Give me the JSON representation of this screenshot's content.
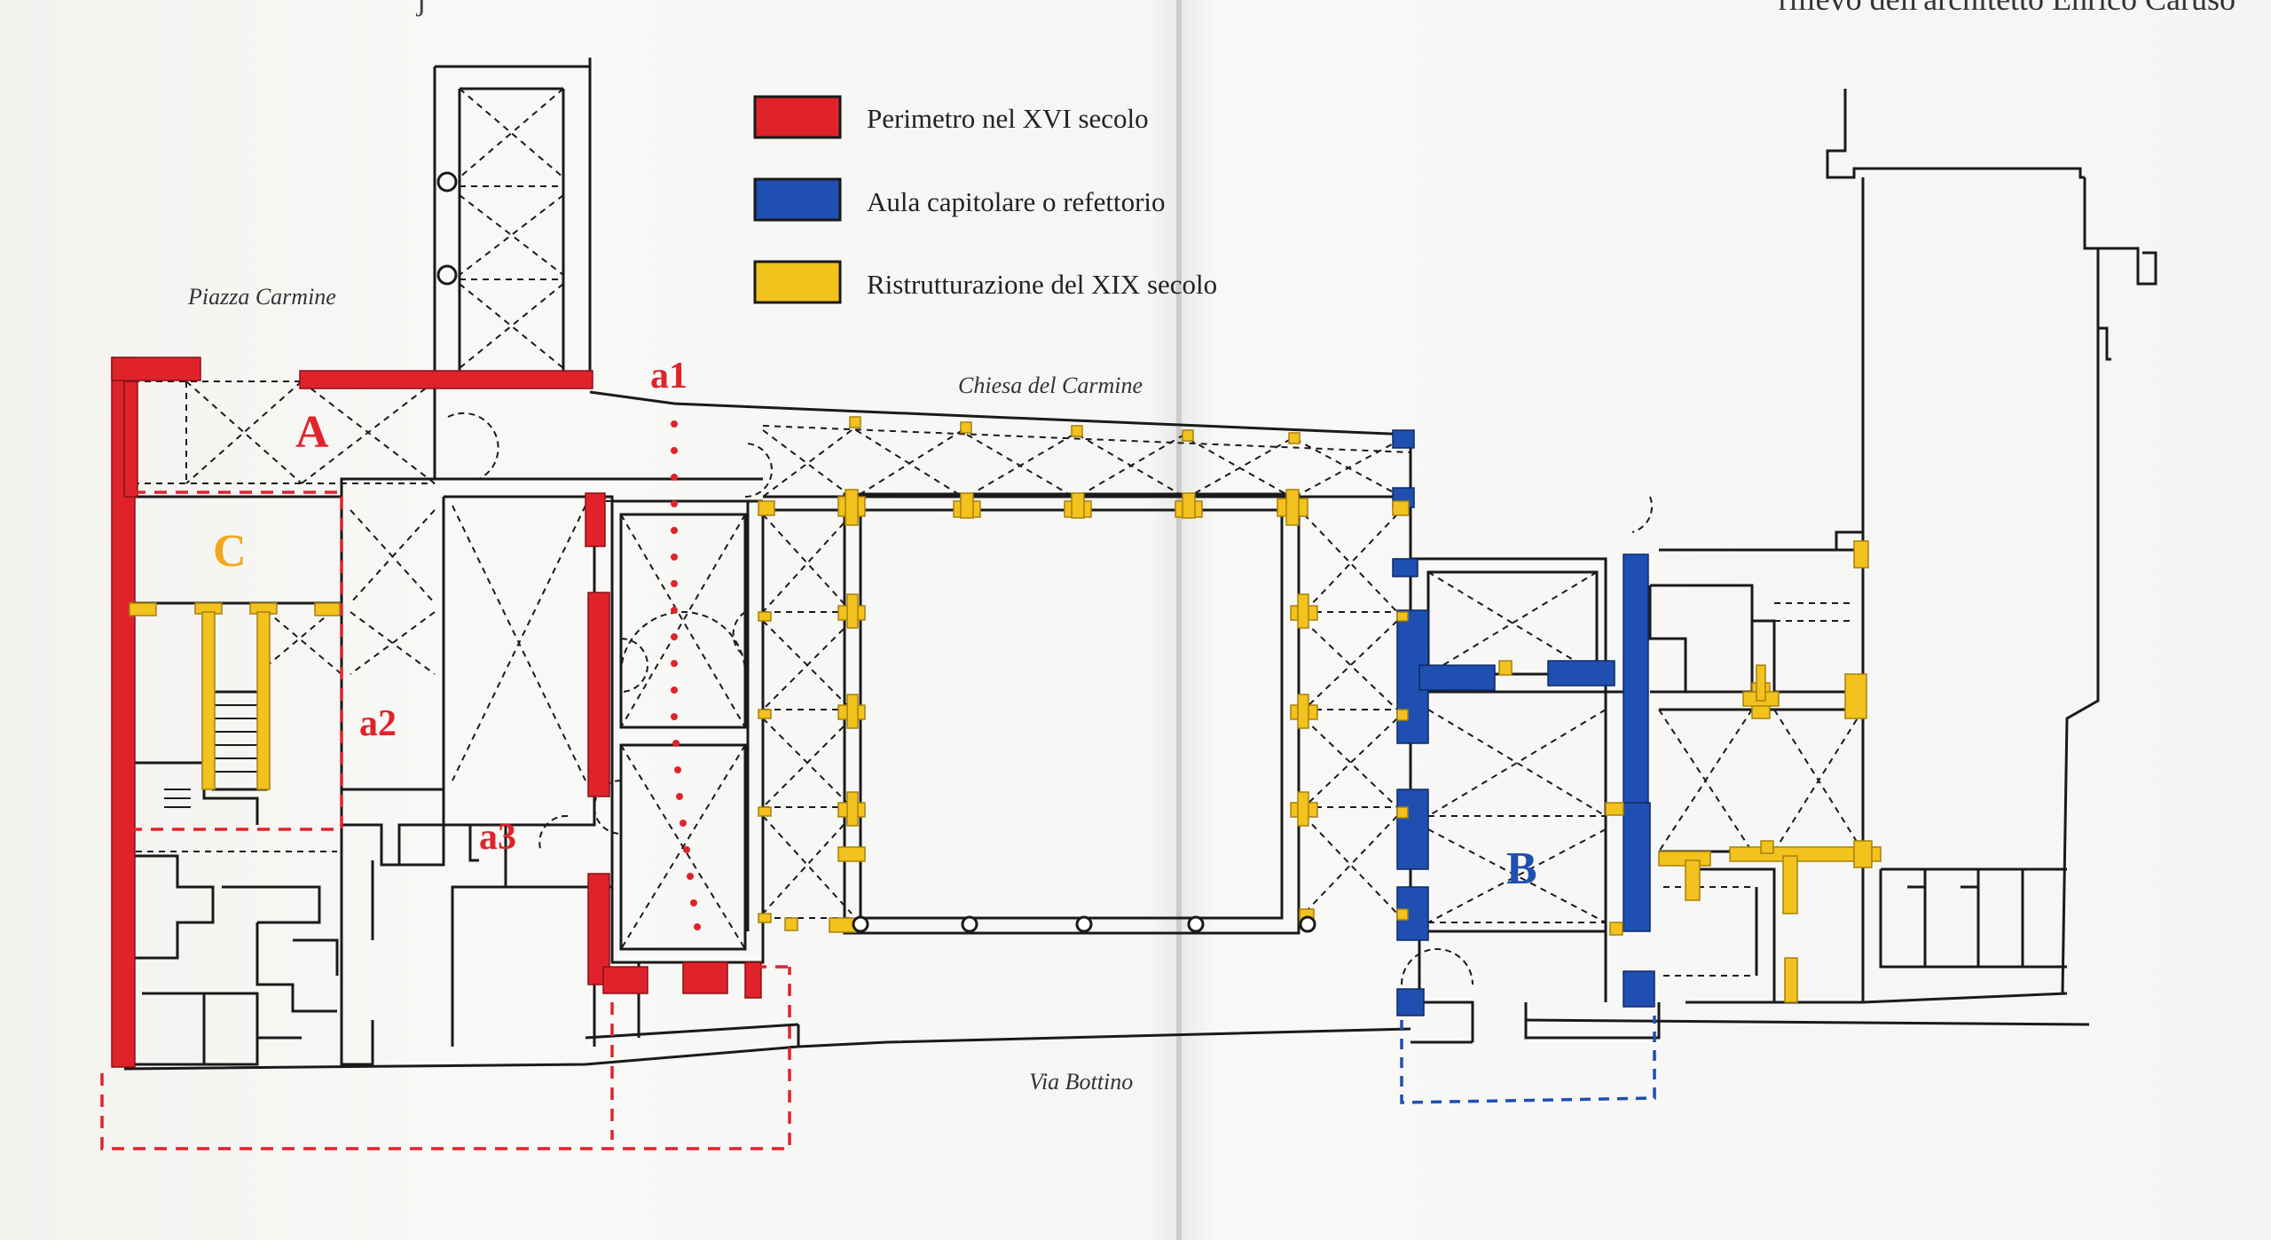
{
  "header": {
    "credit_fragment": "rilievo dell'architetto Enrico Caruso",
    "left_fragment": "j"
  },
  "legend": {
    "items": [
      {
        "label": "Perimetro nel XVI secolo",
        "color": "#e0232b",
        "icon": "red-swatch-icon"
      },
      {
        "label": "Aula capitolare o refettorio",
        "color": "#1f4fb0",
        "icon": "blue-swatch-icon"
      },
      {
        "label": "Ristrutturazione del XIX secolo",
        "color": "#f2c21d",
        "icon": "yellow-swatch-icon"
      }
    ]
  },
  "places": {
    "piazza": "Piazza Carmine",
    "chiesa": "Chiesa del Carmine",
    "via": "Via Bottino"
  },
  "zones": {
    "A": {
      "label": "A",
      "color": "#e0232b"
    },
    "B": {
      "label": "B",
      "color": "#1f4fb0"
    },
    "C": {
      "label": "C",
      "color": "#f2a81d"
    },
    "a1": {
      "label": "a1",
      "color": "#e0232b"
    },
    "a2": {
      "label": "a2",
      "color": "#e0232b"
    },
    "a3": {
      "label": "a3",
      "color": "#e0232b"
    }
  },
  "colors": {
    "ink": "#1a1a1a",
    "red": "#e0232b",
    "blue": "#1f4fb0",
    "yellow": "#f2c21d"
  }
}
